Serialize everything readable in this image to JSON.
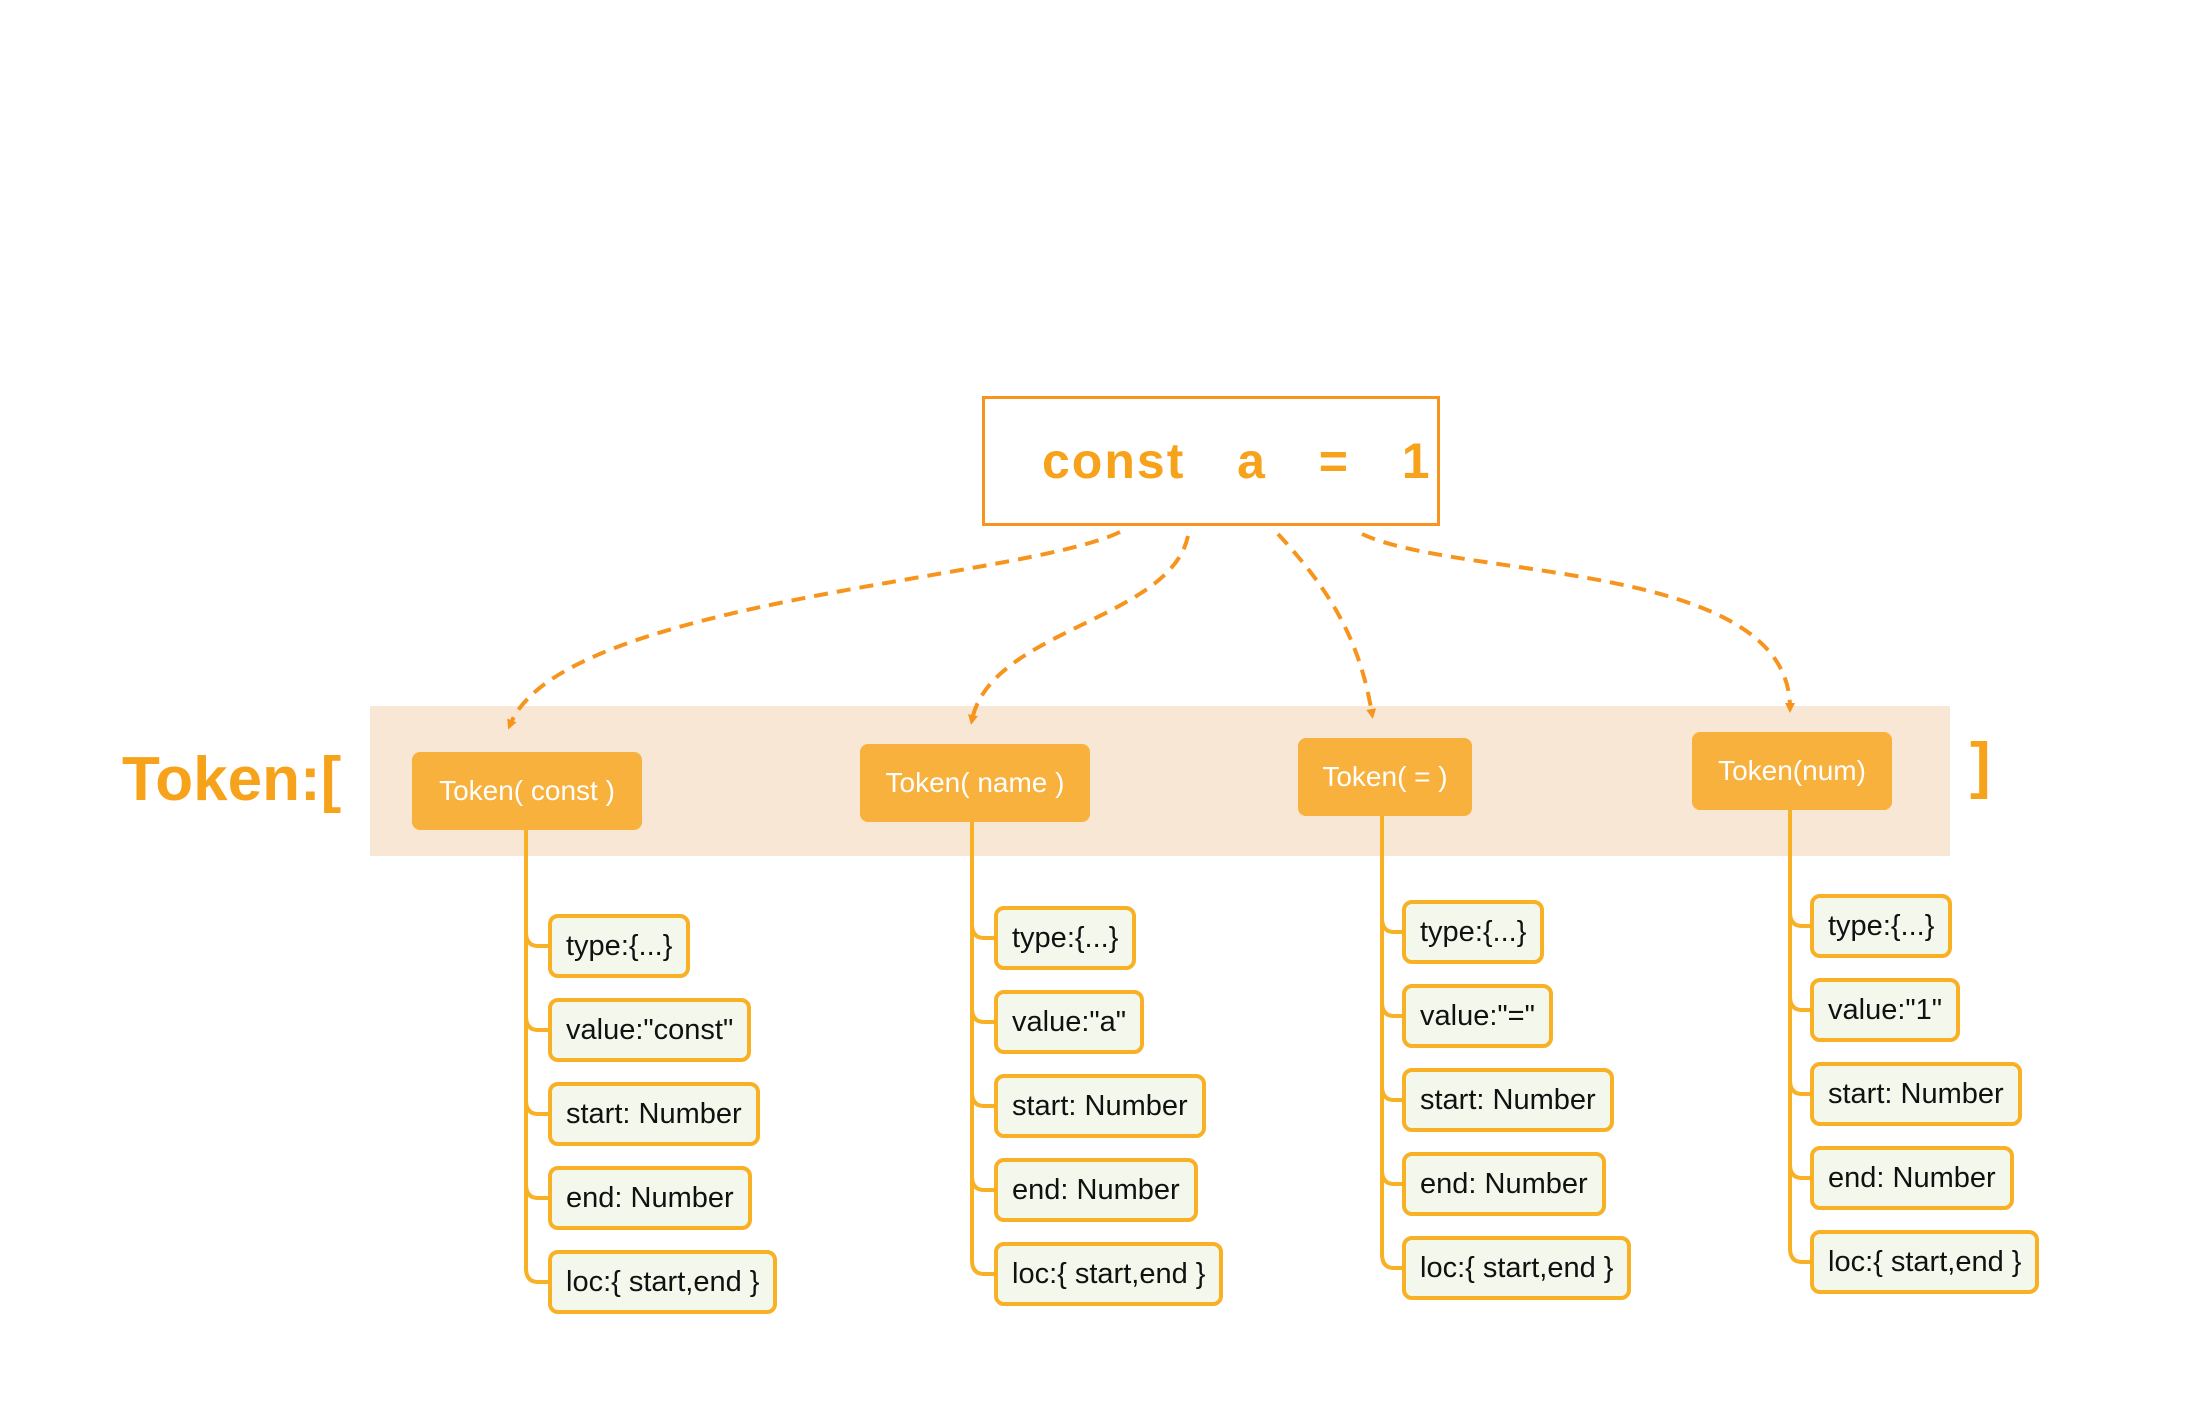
{
  "source": {
    "code": "const  a  =  1"
  },
  "token_list": {
    "prefix": "Token:[",
    "suffix": "]"
  },
  "tokens": [
    {
      "label": "Token( const )",
      "properties": [
        "type:{...}",
        "value:\"const\"",
        "start: Number",
        "end: Number",
        "loc:{ start,end }"
      ]
    },
    {
      "label": "Token( name )",
      "properties": [
        "type:{...}",
        "value:\"a\"",
        "start: Number",
        "end: Number",
        "loc:{ start,end }"
      ]
    },
    {
      "label": "Token( = )",
      "properties": [
        "type:{...}",
        "value:\"=\"",
        "start: Number",
        "end: Number",
        "loc:{ start,end }"
      ]
    },
    {
      "label": "Token(num)",
      "properties": [
        "type:{...}",
        "value:\"1\"",
        "start: Number",
        "end: Number",
        "loc:{ start,end }"
      ]
    }
  ],
  "colors": {
    "accent": "#f7a21b",
    "arrow": "#f7941d",
    "token_fill": "#f8b13c",
    "band": "#f9e7d6",
    "prop_fill": "#f4f8ec",
    "prop_border": "#f8b024"
  }
}
